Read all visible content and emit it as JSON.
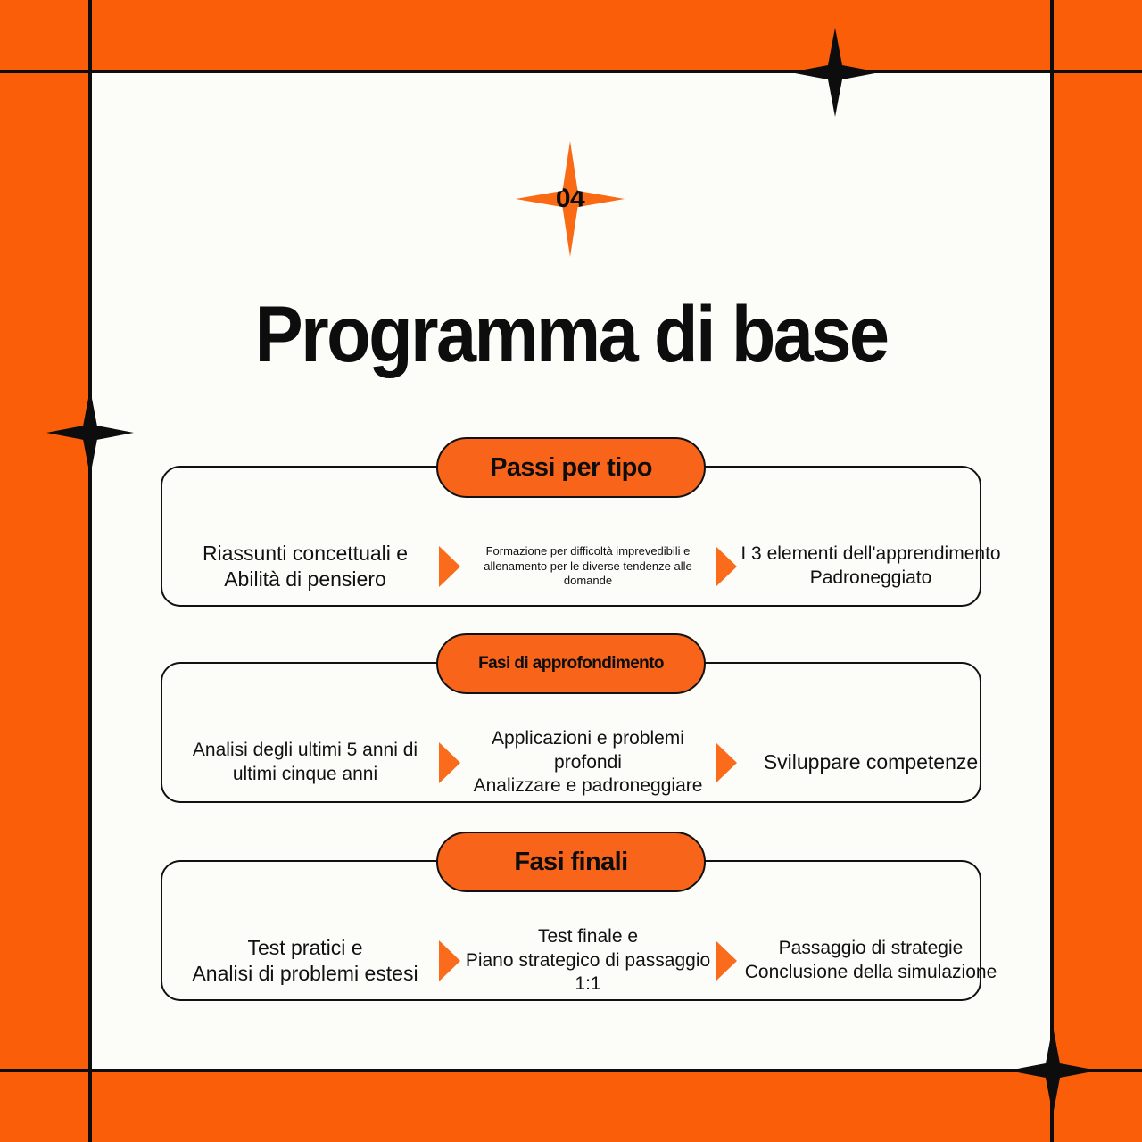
{
  "theme": {
    "background_orange": "#FB5E09",
    "card_white": "#FCFCF9",
    "pill_orange": "#F8641A",
    "badge_orange": "#FA6A14",
    "arrow_orange": "#FA6C1C",
    "ink_black": "#0D0D0D"
  },
  "badge": {
    "number": "04"
  },
  "header": {
    "title": "Programma di base"
  },
  "sections": [
    {
      "pill_label": "Passi per tipo",
      "pill_size": "big",
      "steps": [
        {
          "text": "Riassunti concettuali e\nAbilità di pensiero",
          "size": "lg"
        },
        {
          "text": "Formazione per difficoltà imprevedibili e\nallenamento per le diverse tendenze alle domande",
          "size": "sm"
        },
        {
          "text": "I 3 elementi dell'apprendimento\nPadroneggiato",
          "size": "md"
        }
      ]
    },
    {
      "pill_label": "Fasi di approfondimento",
      "pill_size": "small",
      "steps": [
        {
          "text": "Analisi degli ultimi 5 anni di\nultimi cinque anni",
          "size": "md"
        },
        {
          "text": "Applicazioni e problemi profondi\nAnalizzare e padroneggiare",
          "size": "md"
        },
        {
          "text": "Sviluppare competenze",
          "size": "lg"
        }
      ]
    },
    {
      "pill_label": "Fasi finali",
      "pill_size": "big",
      "steps": [
        {
          "text": "Test pratici e\nAnalisi di problemi estesi",
          "size": "lg"
        },
        {
          "text": "Test finale e\nPiano strategico di passaggio 1:1",
          "size": "md"
        },
        {
          "text": "Passaggio di strategie\nConclusione della simulazione",
          "size": "md"
        }
      ]
    }
  ],
  "decorations": {
    "star_top": "four-point-star-icon",
    "star_left": "four-point-star-icon",
    "star_bottom": "four-point-star-icon"
  }
}
